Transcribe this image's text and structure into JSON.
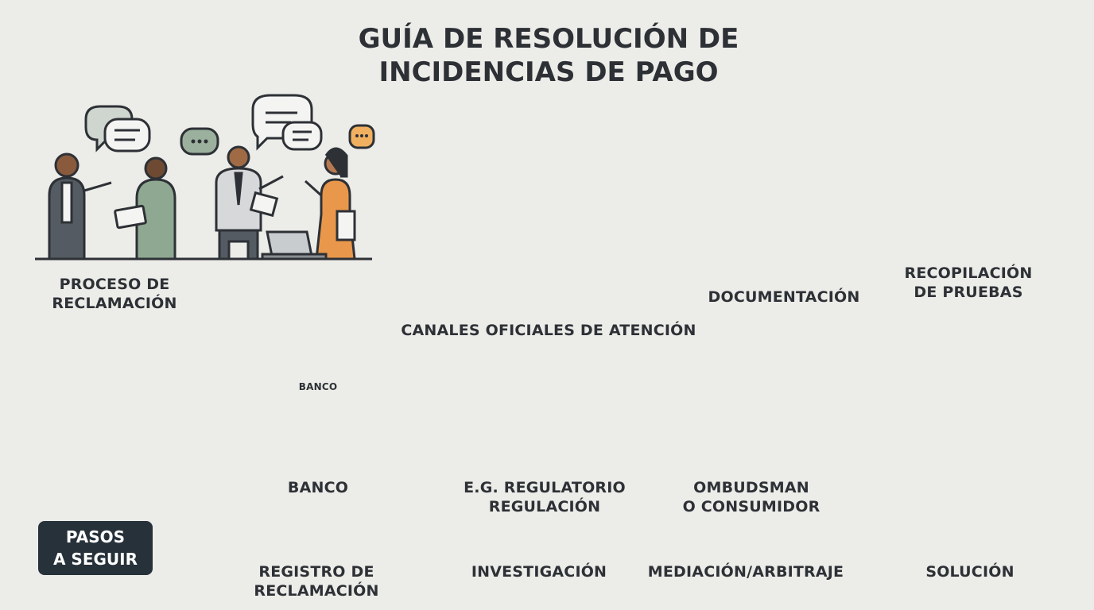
{
  "title": "GUÍA DE RESOLUCIÓN DE\nINCIDENCIAS DE PAGO",
  "nodes": {
    "claim_process": "PROCESO DE\nRECLAMACIÓN",
    "documentation": "DOCUMENTACIÓN",
    "evidence": "RECOPILACIÓN\nDE PRUEBAS",
    "channels_heading": "CANALES OFICIALES DE ATENCIÓN",
    "bank": "BANCO",
    "bank_sign": "BANCO",
    "regulator": "E.G. REGULATORIO\nREGULACIÓN",
    "ombudsman": "OMBUDSMAN\nO CONSUMIDOR"
  },
  "steps": {
    "label": "PASOS\nA SEGUIR",
    "items": [
      {
        "label": "REGISTRO DE\nRECLAMACIÓN",
        "color": "#e0794a"
      },
      {
        "label": "INVESTIGACIÓN",
        "color": "#e59b52"
      },
      {
        "label": "MEDIACIÓN/ARBITRAJE",
        "color": "#e9ac45"
      },
      {
        "label": "SOLUCIÓN",
        "color": "#7d9680"
      }
    ]
  },
  "colors": {
    "dark": "#2d3136",
    "sage": "#7d9680",
    "orange": "#e9974a",
    "gray": "#8a8f94",
    "background": "#ecece8"
  }
}
